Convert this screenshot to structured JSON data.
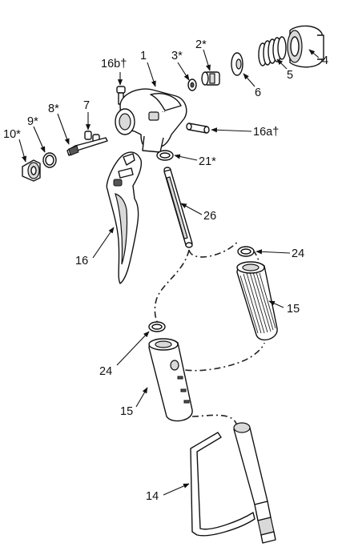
{
  "labels": {
    "p1": "1",
    "p2": "2*",
    "p3": "3*",
    "p4": "4",
    "p5": "5",
    "p6": "6",
    "p7": "7",
    "p8": "8*",
    "p9": "9*",
    "p10": "10*",
    "p14": "14",
    "p15a": "15",
    "p15b": "15",
    "p16": "16",
    "p16a": "16a†",
    "p16b": "16b†",
    "p21": "21*",
    "p24a": "24",
    "p24b": "24",
    "p26": "26"
  }
}
